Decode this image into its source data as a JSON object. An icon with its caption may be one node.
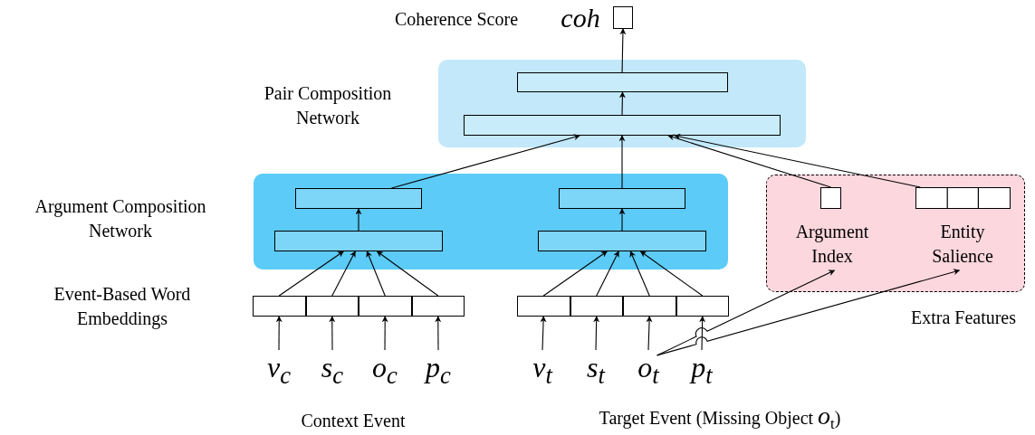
{
  "diagram": {
    "nodes": [
      {
        "text": [],
        "shape": "box",
        "beside": [
          "Coherence Score",
          "coh"
        ]
      },
      {
        "text": [
          "Pair Composition Network"
        ]
      },
      {
        "text": [],
        "shape": "box",
        "in": 1
      },
      {
        "text": [],
        "shape": "box",
        "in": 1
      },
      {
        "text": [
          "Argument Composition Network"
        ]
      },
      {
        "text": [],
        "shape": "box",
        "in": 4
      },
      {
        "text": [],
        "shape": "box",
        "in": 4
      },
      {
        "text": [],
        "shape": "box",
        "in": 4
      },
      {
        "text": [],
        "shape": "box",
        "in": 4
      },
      {
        "text": [
          "Extra Features"
        ]
      },
      {
        "text": [],
        "shape": "box",
        "in": 9
      },
      {
        "text": [],
        "shape": "box",
        "in": 9
      },
      {
        "text": [
          "Argument Index"
        ],
        "in": 9
      },
      {
        "text": [
          "Entity Salience"
        ],
        "in": 9
      },
      {
        "text": [],
        "shape": "box"
      },
      {
        "text": [],
        "shape": "box"
      },
      {
        "text": [],
        "shape": "box"
      },
      {
        "text": [],
        "shape": "box"
      },
      {
        "text": [],
        "shape": "box"
      },
      {
        "text": [],
        "shape": "box"
      },
      {
        "text": [],
        "shape": "box"
      },
      {
        "text": [],
        "shape": "box"
      },
      {
        "text": [
          "v$_{c}$"
        ]
      },
      {
        "text": [
          "s$_{c}$"
        ]
      },
      {
        "text": [
          "o$_{c}$"
        ]
      },
      {
        "text": [
          "p$_{c}$"
        ]
      },
      {
        "text": [
          "v$_{t}$"
        ]
      },
      {
        "text": [
          "s$_{t}$"
        ]
      },
      {
        "text": [
          "o$_{t}$"
        ]
      },
      {
        "text": [
          "p$_{t}$"
        ]
      }
    ],
    "edges": [
      {
        "from": 3,
        "to": 2,
        "arrow": "to"
      },
      {
        "from": 2,
        "to": 0,
        "arrow": "to"
      },
      {
        "from": 5,
        "to": 3,
        "arrow": "to"
      },
      {
        "from": 6,
        "to": 3,
        "arrow": "to"
      },
      {
        "from": 10,
        "to": 3,
        "arrow": "to"
      },
      {
        "from": 11,
        "to": 3,
        "arrow": "to"
      },
      {
        "from": 7,
        "to": 5,
        "arrow": "to"
      },
      {
        "from": 8,
        "to": 6,
        "arrow": "to"
      },
      {
        "from": 14,
        "to": 7,
        "arrow": "to"
      },
      {
        "from": 15,
        "to": 7,
        "arrow": "to"
      },
      {
        "from": 16,
        "to": 7,
        "arrow": "to"
      },
      {
        "from": 17,
        "to": 7,
        "arrow": "to"
      },
      {
        "from": 18,
        "to": 8,
        "arrow": "to"
      },
      {
        "from": 19,
        "to": 8,
        "arrow": "to"
      },
      {
        "from": 20,
        "to": 8,
        "arrow": "to"
      },
      {
        "from": 21,
        "to": 8,
        "arrow": "to"
      },
      {
        "from": 22,
        "to": 14,
        "arrow": "to"
      },
      {
        "from": 23,
        "to": 15,
        "arrow": "to"
      },
      {
        "from": 24,
        "to": 16,
        "arrow": "to"
      },
      {
        "from": 25,
        "to": 17,
        "arrow": "to"
      },
      {
        "from": 26,
        "to": 18,
        "arrow": "to"
      },
      {
        "from": 27,
        "to": 19,
        "arrow": "to"
      },
      {
        "from": 28,
        "to": 20,
        "arrow": "to"
      },
      {
        "from": 29,
        "to": 21,
        "arrow": "to"
      },
      {
        "from": 28,
        "to": 12,
        "arrow": "to"
      },
      {
        "from": 28,
        "to": 13,
        "arrow": "to"
      }
    ],
    "labels": [
      "Event-Based Word Embeddings",
      "Context Event",
      "Target Event (Missing Object *o*$_{t}$)"
    ]
  }
}
